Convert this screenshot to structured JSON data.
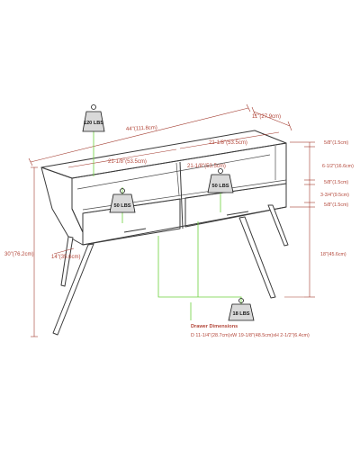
{
  "dimensions": {
    "overall_width": "44\"(111.8cm)",
    "depth": "11\"(27.9cm)",
    "shelf_width_right": "21-1/8\"(53.5cm)",
    "shelf_width_left": "21-1/8\"(53.5cm)",
    "drawer_width": "21-1/8\"(53.5cm)",
    "overall_height": "30\"(76.2cm)",
    "leg_spread": "14\"(35.6cm)",
    "top_thickness": "5/8\"(1.5cm)",
    "cubby_height": "6-1/2\"(16.6cm)",
    "shelf_thickness": "5/8\"(1.5cm)",
    "drawer_height": "3-3/4\"(9.5cm)",
    "bottom_thickness": "5/8\"(1.5cm)",
    "leg_height": "18\"(45.6cm)"
  },
  "weights": {
    "top": "120 LBS",
    "left_shelf": "50 LBS",
    "right_shelf": "50 LBS",
    "drawer": "18 LBS"
  },
  "drawer_note": {
    "title": "Drawer Dimensions",
    "text": "D 11-1/4\"(28.7cm)xW 19-1/8\"(48.5cm)xH 2-1/2\"(6.4cm)"
  },
  "colors": {
    "dimension_line": "#a23a2e",
    "leader_line": "#6ccf3c",
    "furniture_line": "#3a3a3a"
  }
}
